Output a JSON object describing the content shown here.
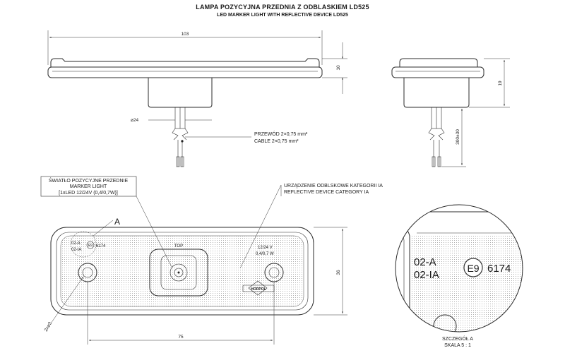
{
  "title_pl": "LAMPA POZYCYJNA PRZEDNIA Z ODBLASKIEM LD525",
  "title_en": "LED MARKER LIGHT WITH REFLECTIVE DEVICE LD525",
  "dims": {
    "overall_length": "103",
    "flange_height": "10",
    "side_height": "19",
    "cable_length": "300±30",
    "diameter": "⌀24",
    "front_width": "75",
    "front_height": "36",
    "hole": "2x⌀3"
  },
  "cable_note": {
    "pl": "PRZEWÓD 2×0,75 mm²",
    "en": "CABLE 2×0,75 mm²"
  },
  "marker_note": {
    "line1": "ŚWIATŁO POZYCYJNE PRZEDNIE",
    "line2": "MARKER LIGHT",
    "line3": "[1xLED 12/24V (0,4/0,7W)]"
  },
  "reflector_note": {
    "pl": "URZĄDZENIE ODBLSKOWE KATEGORII IA",
    "en": "REFLECTIVE DEVICE CATEGORY IA"
  },
  "front_view": {
    "code1": "02-A",
    "code2": "02-IA",
    "approval_mark": "E9",
    "approval_number": "6174",
    "top_label": "TOP",
    "voltage": "12/24 V",
    "power": "0,4/0,7 W",
    "brand": "HORPOL"
  },
  "detail": {
    "marker": "A",
    "code1": "02-A",
    "code2": "02-IA",
    "approval_mark": "E9",
    "approval_number": "6174",
    "caption_pl": "SZCZEGÓŁ A",
    "caption_en": "SKALA 5 : 1"
  }
}
